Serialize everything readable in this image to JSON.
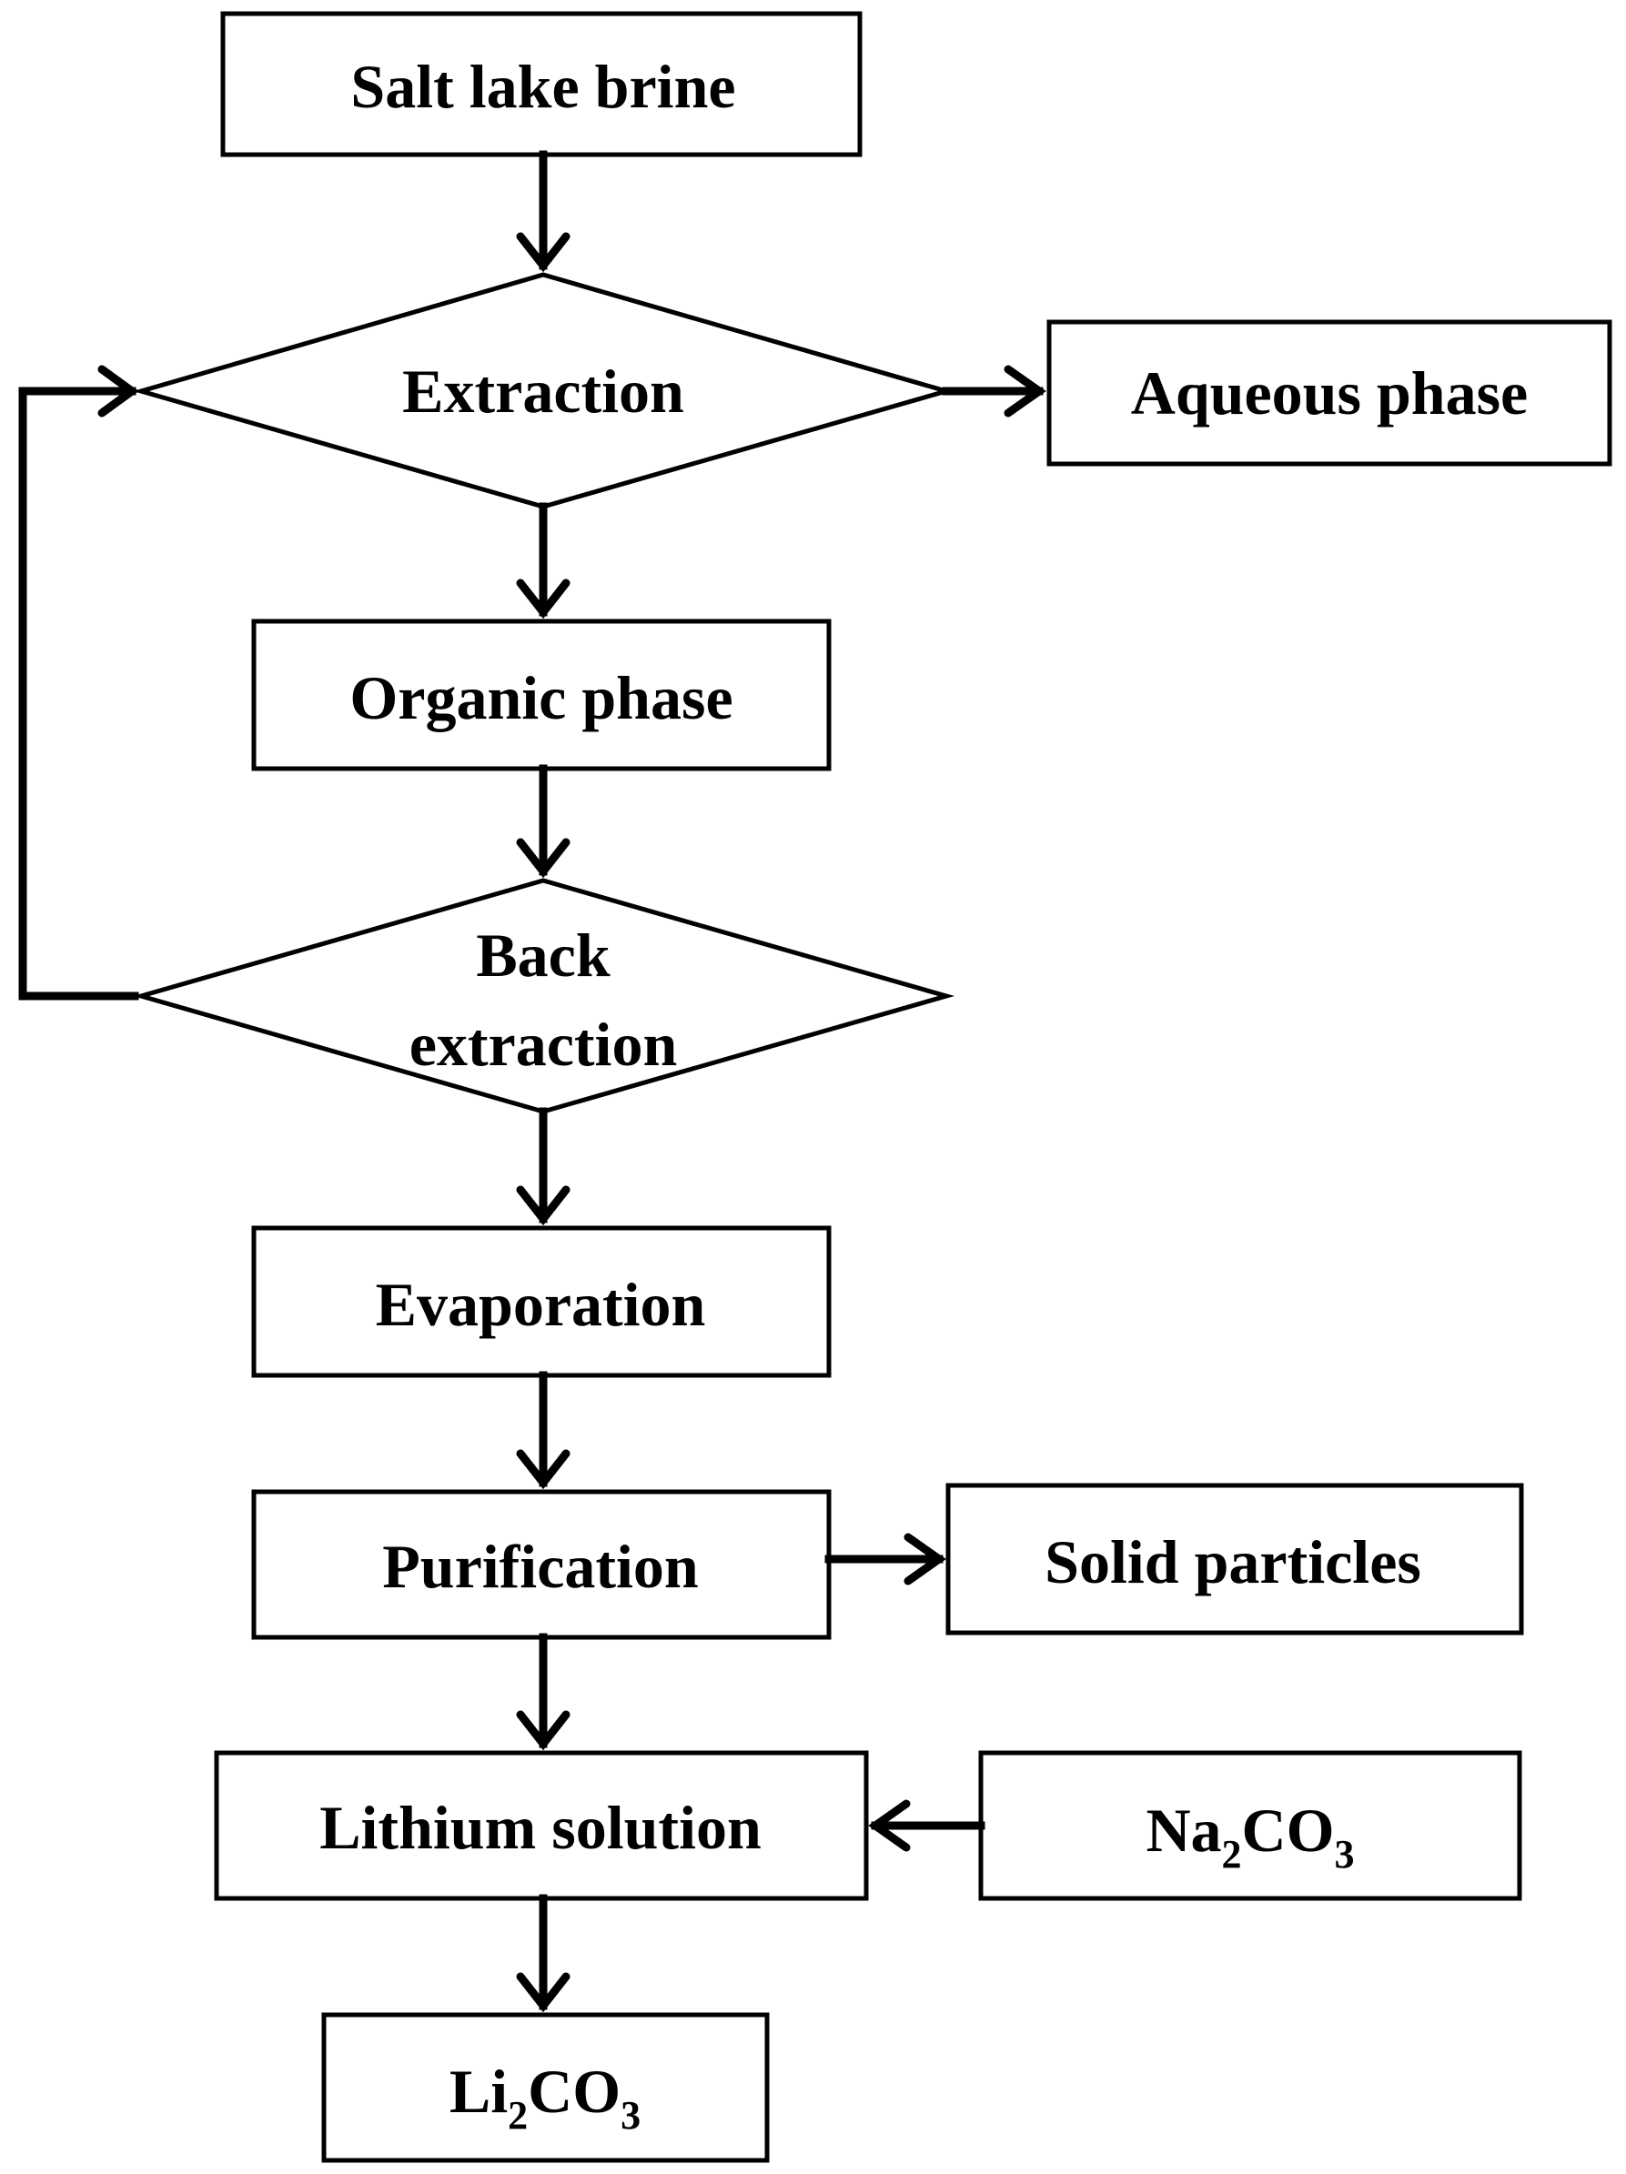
{
  "nodes": {
    "salt_lake_brine": "Salt lake brine",
    "extraction": "Extraction",
    "aqueous_phase": "Aqueous phase",
    "organic_phase": "Organic phase",
    "back_extraction_line1": "Back",
    "back_extraction_line2": "extraction",
    "evaporation": "Evaporation",
    "purification": "Purification",
    "solid_particles": "Solid particles",
    "lithium_solution": "Lithium solution",
    "na2co3": {
      "a": "Na",
      "b": "2",
      "c": "CO",
      "d": "3"
    },
    "li2co3": {
      "a": "Li",
      "b": "2",
      "c": "CO",
      "d": "3"
    }
  },
  "colors": {
    "stroke": "#000000",
    "fill": "#ffffff"
  }
}
